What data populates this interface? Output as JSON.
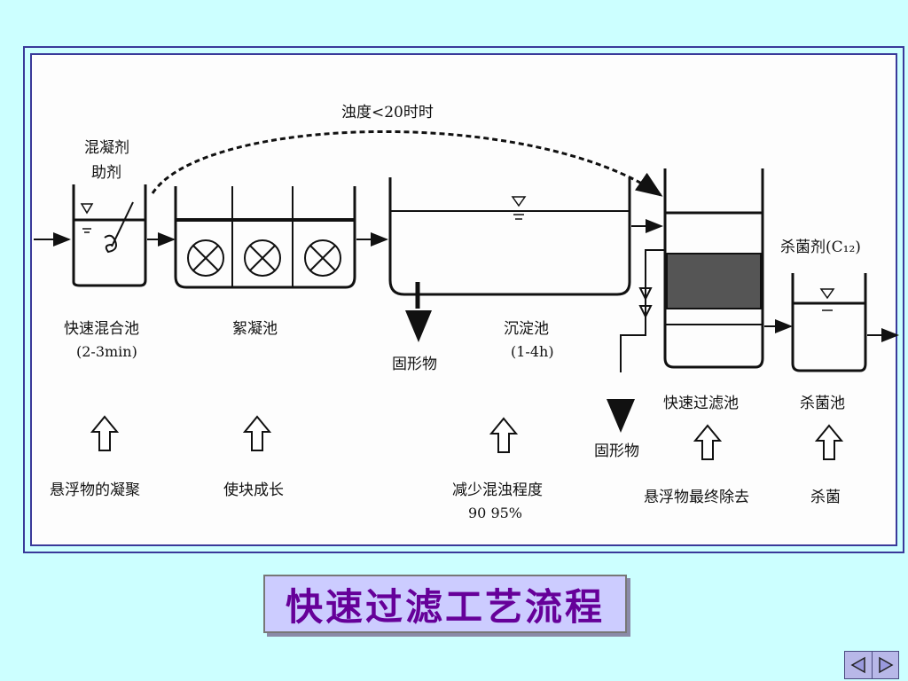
{
  "diagram": {
    "bypass_label": "浊度<20时时",
    "coagulant_label_1": "混凝剂",
    "coagulant_label_2": "助剂",
    "disinfectant_label": "杀菌剂(C₁₂)",
    "units": [
      {
        "name": "快速混合池",
        "detail": "(2-3min)",
        "function": "悬浮物的凝聚"
      },
      {
        "name": "絮凝池",
        "detail": "",
        "function": "使块成长"
      },
      {
        "name": "沉淀池",
        "detail": "(1-4h)",
        "function": "减少混浊程度",
        "function_2": "90 95%"
      },
      {
        "name": "快速过滤池",
        "detail": "",
        "function": "悬浮物最终除去"
      },
      {
        "name": "杀菌池",
        "detail": "",
        "function": "杀菌"
      }
    ],
    "solids_label_1": "固形物",
    "solids_label_2": "固形物"
  },
  "slide": {
    "title": "快速过滤工艺流程"
  },
  "nav": {
    "prev_icon": "triangle-left-icon",
    "next_icon": "triangle-right-icon"
  }
}
